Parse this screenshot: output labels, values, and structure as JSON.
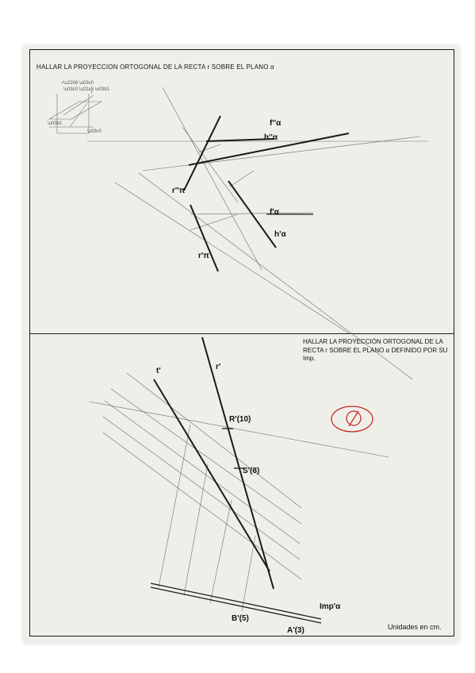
{
  "top_section": {
    "title": "HALLAR LA PROYECCION ORTOGONAL DE LA RECTA r SOBRE EL PLANO α",
    "labels": {
      "f2_alpha": "f''α",
      "h2_alpha": "h''α",
      "f1_alpha": "f'α",
      "h1_alpha": "h'α",
      "r2_pi": "r''π",
      "r1_pi": "r'π"
    }
  },
  "bottom_section": {
    "title": "HALLAR LA PROYECCIÓN ORTOGONAL DE LA RECTA r SOBRE EL PLANO α DEFINIDO POR SU Imp.",
    "labels": {
      "t_prime": "t'",
      "r_prime": "r'",
      "R": "R'(10)",
      "S": "S'(8)",
      "B": "B'(5)",
      "A": "A'(3)",
      "imp": "Imp'α"
    },
    "units": "Unidades en cm."
  }
}
